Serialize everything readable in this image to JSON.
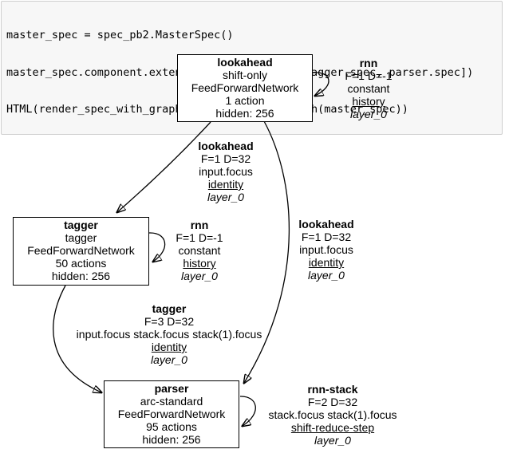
{
  "code_cell": {
    "lines": [
      "master_spec = spec_pb2.MasterSpec()",
      "master_spec.component.extend([lookahead.spec, tagger.spec, parser.spec])",
      "HTML(render_spec_with_graphviz.master_spec_graph(master_spec))"
    ]
  },
  "graph": {
    "nodes": [
      {
        "id": "lookahead",
        "title": "lookahead",
        "lines": [
          "shift-only",
          "FeedForwardNetwork",
          "1 action",
          "hidden: 256"
        ]
      },
      {
        "id": "tagger",
        "title": "tagger",
        "lines": [
          "tagger",
          "FeedForwardNetwork",
          "50 actions",
          "hidden: 256"
        ]
      },
      {
        "id": "parser",
        "title": "parser",
        "lines": [
          "arc-standard",
          "FeedForwardNetwork",
          "95 actions",
          "hidden: 256"
        ]
      }
    ],
    "edge_labels": [
      {
        "title": "rnn",
        "params": "F=1 D=-1",
        "features": "constant",
        "translator": "history",
        "layer": "layer_0"
      },
      {
        "title": "lookahead",
        "params": "F=1 D=32",
        "features": "input.focus",
        "translator": "identity",
        "layer": "layer_0"
      },
      {
        "title": "rnn",
        "params": "F=1 D=-1",
        "features": "constant",
        "translator": "history",
        "layer": "layer_0"
      },
      {
        "title": "lookahead",
        "params": "F=1 D=32",
        "features": "input.focus",
        "translator": "identity",
        "layer": "layer_0"
      },
      {
        "title": "tagger",
        "params": "F=3 D=32",
        "features": "input.focus stack.focus stack(1).focus",
        "translator": "identity",
        "layer": "layer_0"
      },
      {
        "title": "rnn-stack",
        "params": "F=2 D=32",
        "features": "stack.focus stack(1).focus",
        "translator": "shift-reduce-step",
        "layer": "layer_0"
      }
    ],
    "edges": [
      {
        "from": "lookahead",
        "to": "lookahead",
        "type": "self-loop"
      },
      {
        "from": "lookahead",
        "to": "tagger",
        "type": "arc"
      },
      {
        "from": "tagger",
        "to": "tagger",
        "type": "self-loop"
      },
      {
        "from": "lookahead",
        "to": "parser",
        "type": "arc"
      },
      {
        "from": "tagger",
        "to": "parser",
        "type": "arc"
      },
      {
        "from": "parser",
        "to": "parser",
        "type": "self-loop"
      }
    ]
  },
  "colors": {
    "page_bg": "#ffffff",
    "code_bg": "#f7f7f7",
    "code_border": "#cfcfcf",
    "node_border": "#000000",
    "edge_stroke": "#000000",
    "text": "#000000"
  }
}
